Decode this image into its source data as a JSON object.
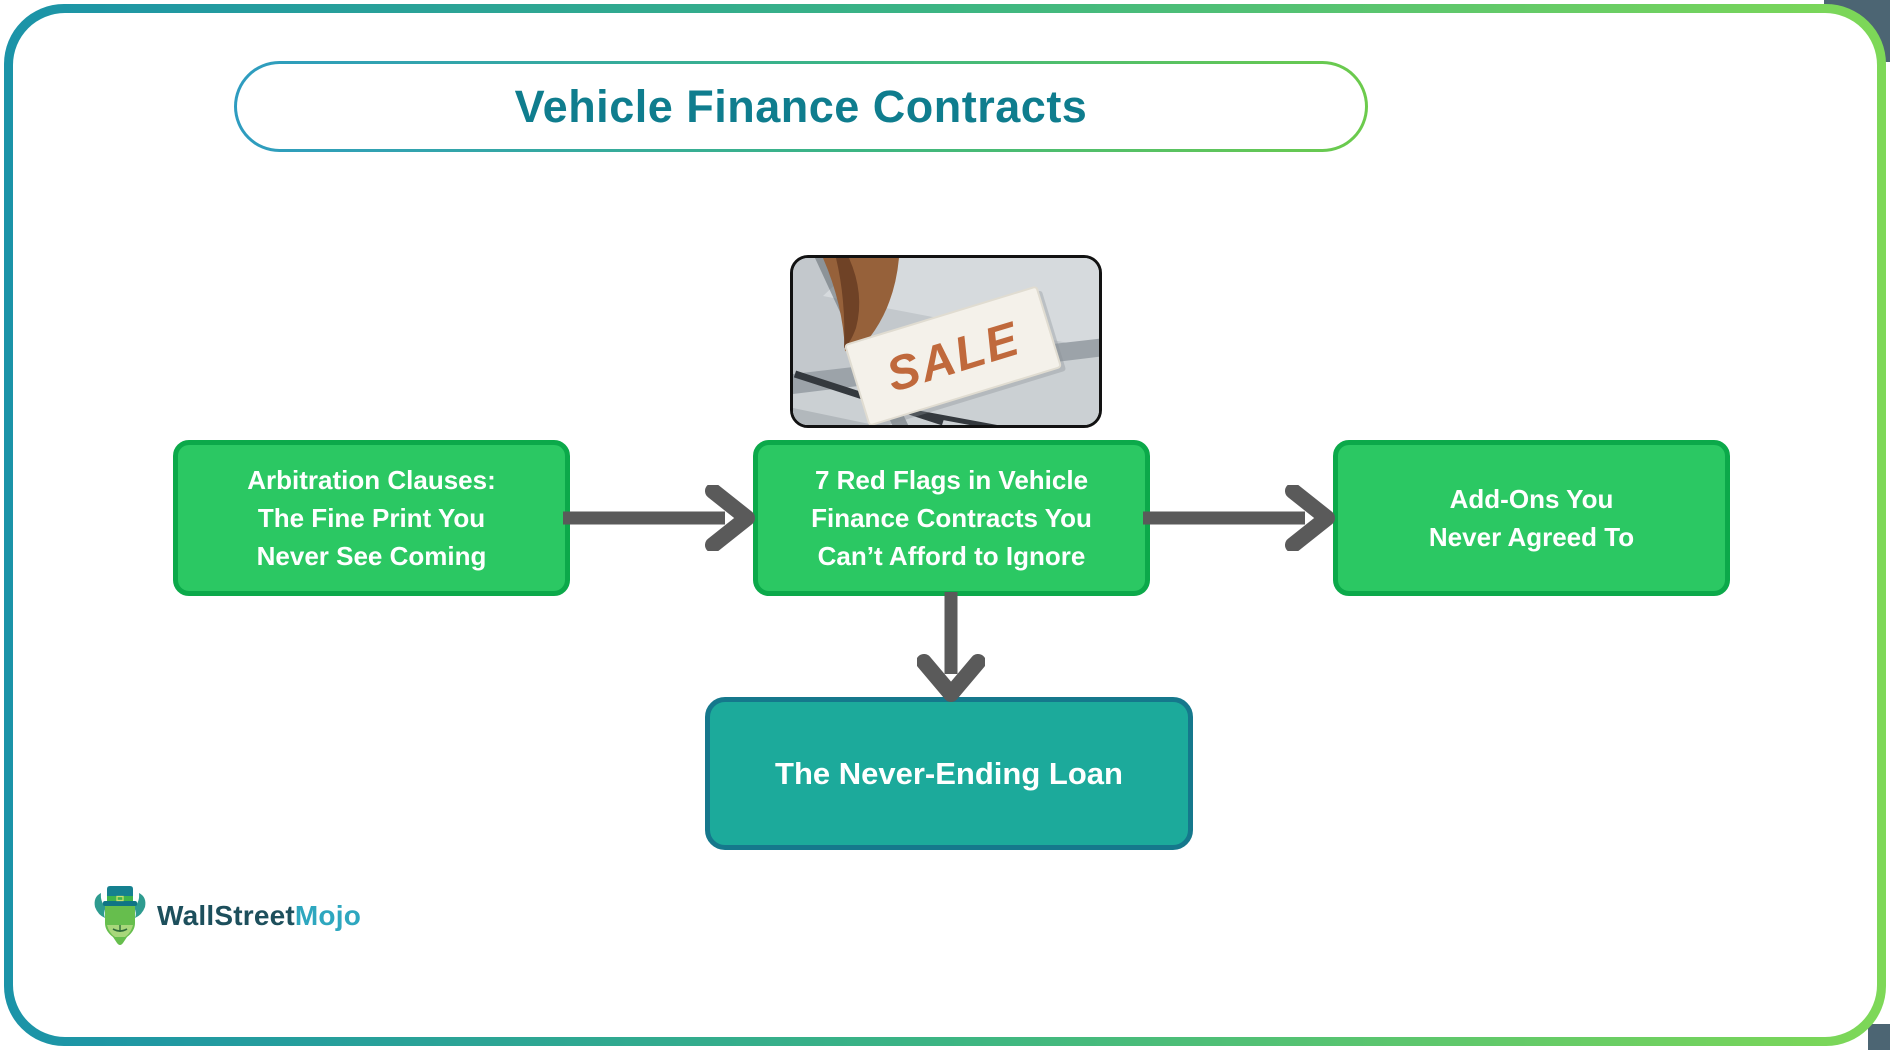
{
  "header": {
    "title": "Vehicle Finance Contracts",
    "title_color": "#0F7D8E"
  },
  "photo": {
    "sale_label": "SALE",
    "sale_color": "#C0693C"
  },
  "nodes": {
    "left": {
      "lines": [
        "Arbitration Clauses:",
        "The Fine Print You",
        "Never See Coming"
      ],
      "fill": "#2BC863",
      "border": "#0CA94A"
    },
    "center": {
      "lines": [
        "7 Red Flags in Vehicle",
        "Finance Contracts You",
        "Can’t Afford to Ignore"
      ],
      "fill": "#2BC863",
      "border": "#0CA94A"
    },
    "right": {
      "lines": [
        "Add-Ons You",
        "Never Agreed To"
      ],
      "fill": "#2BC863",
      "border": "#0CA94A"
    },
    "bottom": {
      "label": "The Never-Ending Loan",
      "fill": "#1CAA9B",
      "border": "#15788C"
    }
  },
  "arrows": {
    "color": "#5A5A5A"
  },
  "frame": {
    "gradient_start": "#1B93A8",
    "gradient_end": "#7ED857",
    "outside_corner_color": "#4C6573"
  },
  "logo": {
    "wallstreet": "WallStreet",
    "mojo": "Mojo",
    "wallstreet_color": "#1D4F5C",
    "mojo_color": "#2EA7BF"
  }
}
